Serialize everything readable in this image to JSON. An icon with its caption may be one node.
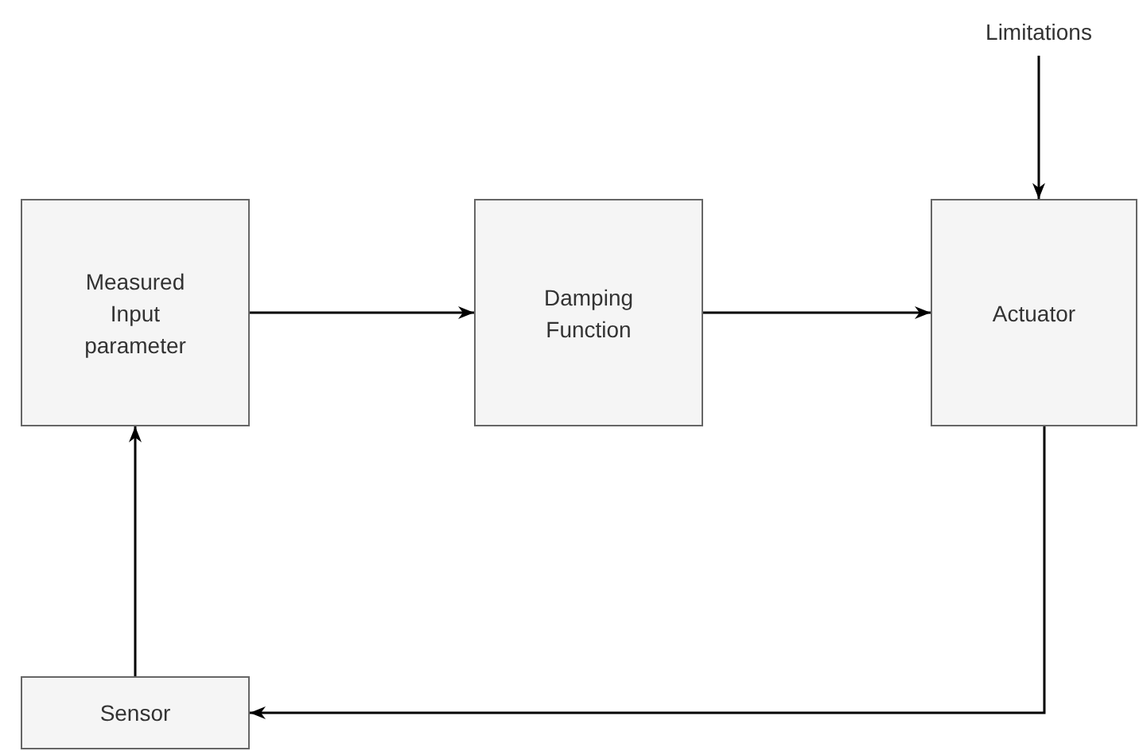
{
  "diagram": {
    "nodes": [
      {
        "text": [
          "Limitations"
        ]
      },
      {
        "text": [
          "Measured Input parameter"
        ]
      },
      {
        "text": [
          "Damping Function"
        ]
      },
      {
        "text": [
          "Actuator"
        ]
      },
      {
        "text": [
          "Sensor"
        ]
      }
    ],
    "edges": [
      {
        "from": 0,
        "to": 3,
        "arrow": "to"
      },
      {
        "from": 1,
        "to": 2,
        "arrow": "to"
      },
      {
        "from": 2,
        "to": 3,
        "arrow": "to"
      },
      {
        "from": 3,
        "to": 4,
        "arrow": "to"
      },
      {
        "from": 4,
        "to": 1,
        "arrow": "to"
      }
    ]
  }
}
